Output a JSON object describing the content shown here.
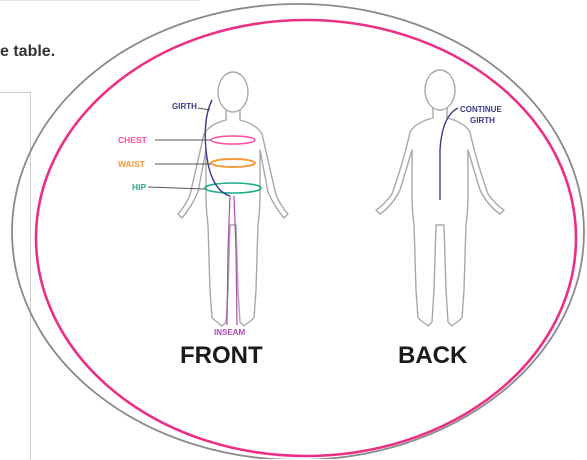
{
  "caption_text": "e table.",
  "labels": {
    "girth": "GIRTH",
    "chest": "CHEST",
    "waist": "WAIST",
    "hip": "HIP",
    "inseam": "INSEAM",
    "continue_line1": "CONTINUE",
    "continue_line2": "GIRTH",
    "front": "FRONT",
    "back": "BACK"
  },
  "colors": {
    "girth": "#3b3b8f",
    "chest": "#ff4aa0",
    "waist": "#f39a3a",
    "hip": "#1fae8c",
    "inseam": "#b04ab3",
    "ellipse_outer": "#8a8a8a",
    "ellipse_inner": "#ec2f86",
    "body_outline": "#a8a8a8",
    "title": "#1a1a1a"
  }
}
